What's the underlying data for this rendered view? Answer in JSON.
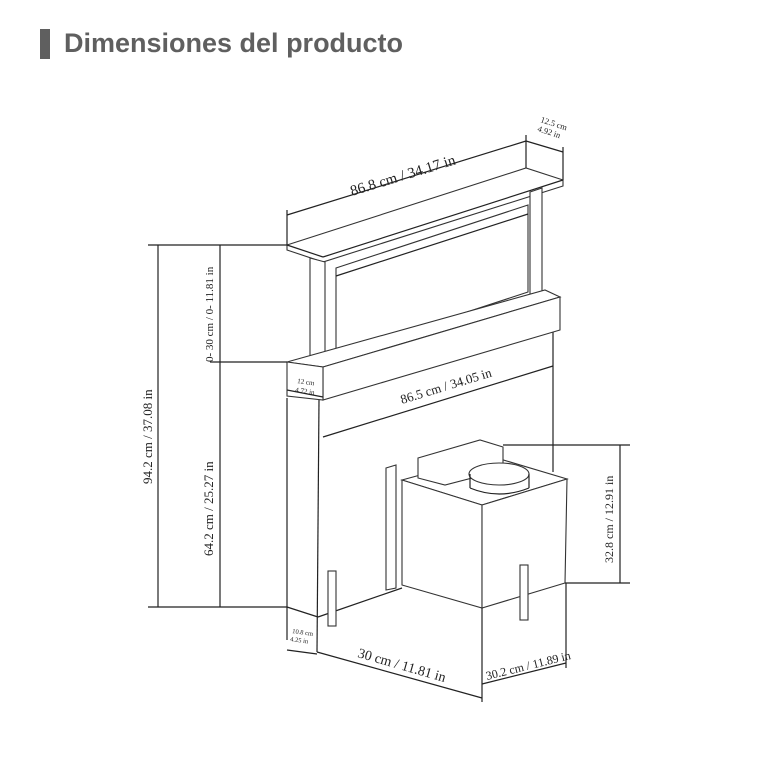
{
  "header": {
    "title": "Dimensiones del producto"
  },
  "dimensions": {
    "top_width": "86.8 cm / 34.17 in",
    "top_depth_cm": "12.5 cm",
    "top_depth_in": "4.92 in",
    "base_width": "86.5 cm / 34.05 in",
    "base_depth_cm": "12 cm",
    "base_depth_in": "4.72 in",
    "total_height": "94.2 cm / 37.08 in",
    "lift_height": "0- 30 cm / 0- 11.81 in",
    "body_height": "64.2 cm / 25.27 in",
    "motor_height": "32.8 cm / 12.91 in",
    "motor_width": "30 cm / 11.81 in",
    "motor_depth": "30.2 cm / 11.89 in",
    "body_depth_cm": "10.8 cm",
    "body_depth_in": "4.25 in"
  }
}
